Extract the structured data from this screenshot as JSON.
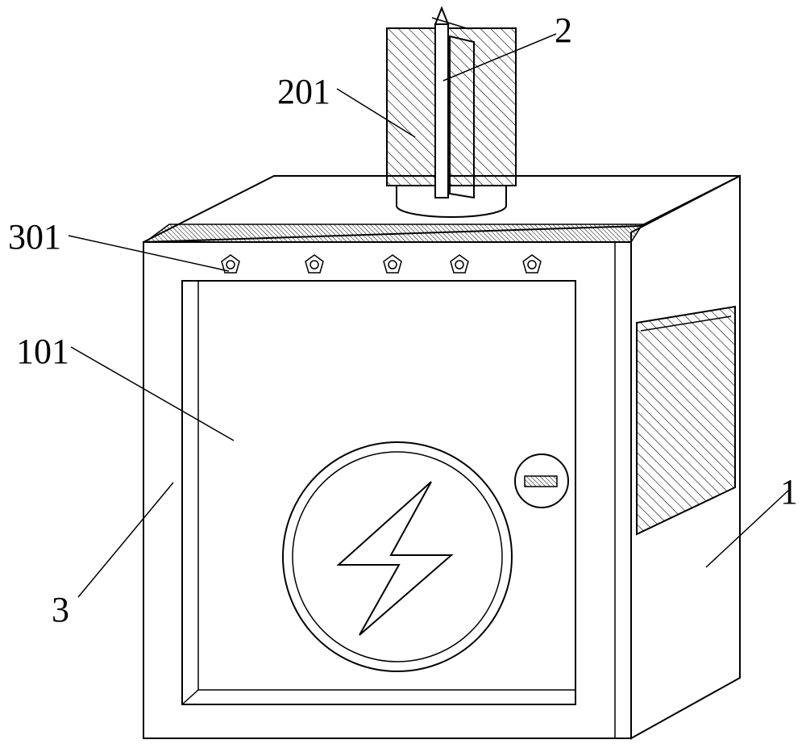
{
  "figure": {
    "labels": {
      "label_2": "2",
      "label_201": "201",
      "label_301": "301",
      "label_101": "101",
      "label_1": "1",
      "label_3": "3"
    },
    "colors": {
      "line": "#000000",
      "background": "#ffffff"
    },
    "icons": [
      "lightning-bolt-icon",
      "lock-icon",
      "screw-icon"
    ]
  }
}
